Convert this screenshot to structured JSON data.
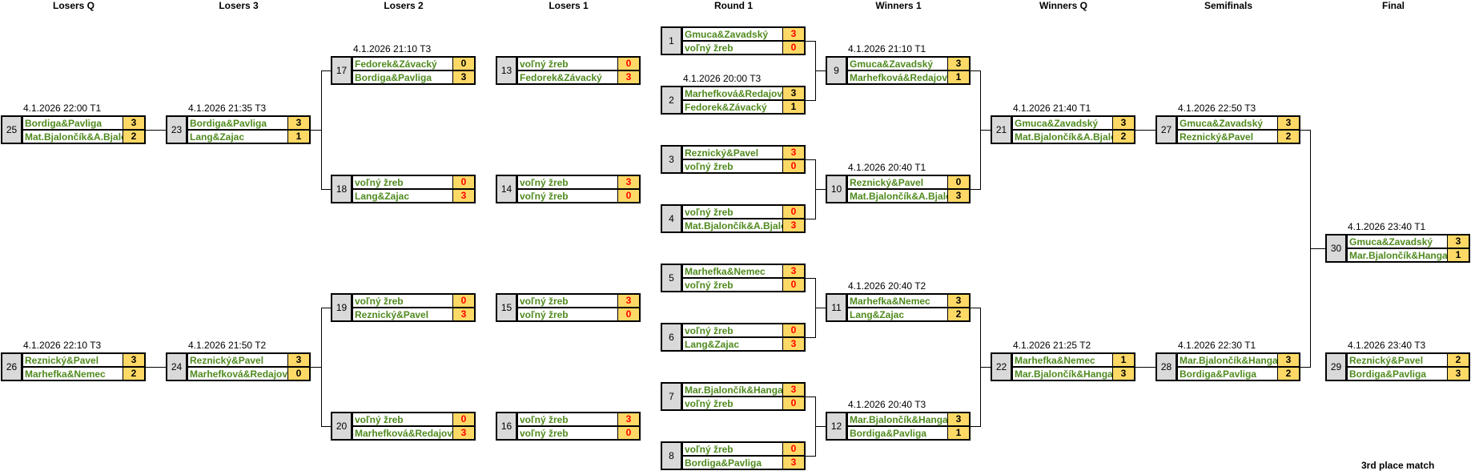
{
  "rounds": [
    "Losers Q",
    "Losers 3",
    "Losers 2",
    "Losers 1",
    "Round 1",
    "Winners 1",
    "Winners Q",
    "Semifinals",
    "Final"
  ],
  "third_place_label": "3rd place match",
  "matches": [
    {
      "num": "1",
      "time": "",
      "teams": [
        {
          "name": "Gmuca&Zavadský",
          "score": "3",
          "red": true
        },
        {
          "name": "voľný žreb",
          "score": "0",
          "red": true
        }
      ]
    },
    {
      "num": "2",
      "time": "4.1.2026 20:00 T3",
      "teams": [
        {
          "name": "Marhefková&Redajová",
          "score": "3",
          "red": false
        },
        {
          "name": "Fedorek&Závacký",
          "score": "1",
          "red": false
        }
      ]
    },
    {
      "num": "3",
      "time": "",
      "teams": [
        {
          "name": "Reznický&Pavel",
          "score": "3",
          "red": true
        },
        {
          "name": "voľný žreb",
          "score": "0",
          "red": true
        }
      ]
    },
    {
      "num": "4",
      "time": "",
      "teams": [
        {
          "name": "voľný žreb",
          "score": "0",
          "red": true
        },
        {
          "name": "Mat.Bjalončík&A.Bjalončík",
          "score": "3",
          "red": true
        }
      ]
    },
    {
      "num": "5",
      "time": "",
      "teams": [
        {
          "name": "Marhefka&Nemec",
          "score": "3",
          "red": true
        },
        {
          "name": "voľný žreb",
          "score": "0",
          "red": true
        }
      ]
    },
    {
      "num": "6",
      "time": "",
      "teams": [
        {
          "name": "voľný žreb",
          "score": "0",
          "red": true
        },
        {
          "name": "Lang&Zajac",
          "score": "3",
          "red": true
        }
      ]
    },
    {
      "num": "7",
      "time": "",
      "teams": [
        {
          "name": "Mar.Bjalončík&Hanga",
          "score": "3",
          "red": true
        },
        {
          "name": "voľný žreb",
          "score": "0",
          "red": true
        }
      ]
    },
    {
      "num": "8",
      "time": "",
      "teams": [
        {
          "name": "voľný žreb",
          "score": "0",
          "red": true
        },
        {
          "name": "Bordiga&Pavliga",
          "score": "3",
          "red": true
        }
      ]
    },
    {
      "num": "9",
      "time": "4.1.2026 21:10 T1",
      "teams": [
        {
          "name": "Gmuca&Zavadský",
          "score": "3",
          "red": false
        },
        {
          "name": "Marhefková&Redajová",
          "score": "1",
          "red": false
        }
      ]
    },
    {
      "num": "10",
      "time": "4.1.2026 20:40 T1",
      "teams": [
        {
          "name": "Reznický&Pavel",
          "score": "0",
          "red": false
        },
        {
          "name": "Mat.Bjalončík&A.Bjalončík",
          "score": "3",
          "red": false
        }
      ]
    },
    {
      "num": "11",
      "time": "4.1.2026 20:40 T2",
      "teams": [
        {
          "name": "Marhefka&Nemec",
          "score": "3",
          "red": false
        },
        {
          "name": "Lang&Zajac",
          "score": "2",
          "red": false
        }
      ]
    },
    {
      "num": "12",
      "time": "4.1.2026 20:40 T3",
      "teams": [
        {
          "name": "Mar.Bjalončík&Hanga",
          "score": "3",
          "red": false
        },
        {
          "name": "Bordiga&Pavliga",
          "score": "1",
          "red": false
        }
      ]
    },
    {
      "num": "13",
      "time": "",
      "teams": [
        {
          "name": "voľný žreb",
          "score": "0",
          "red": true
        },
        {
          "name": "Fedorek&Závacký",
          "score": "3",
          "red": true
        }
      ]
    },
    {
      "num": "14",
      "time": "",
      "teams": [
        {
          "name": "voľný žreb",
          "score": "3",
          "red": true
        },
        {
          "name": "voľný žreb",
          "score": "0",
          "red": true
        }
      ]
    },
    {
      "num": "15",
      "time": "",
      "teams": [
        {
          "name": "voľný žreb",
          "score": "3",
          "red": true
        },
        {
          "name": "voľný žreb",
          "score": "0",
          "red": true
        }
      ]
    },
    {
      "num": "16",
      "time": "",
      "teams": [
        {
          "name": "voľný žreb",
          "score": "3",
          "red": true
        },
        {
          "name": "voľný žreb",
          "score": "0",
          "red": true
        }
      ]
    },
    {
      "num": "17",
      "time": "4.1.2026 21:10 T3",
      "teams": [
        {
          "name": "Fedorek&Závacký",
          "score": "0",
          "red": false
        },
        {
          "name": "Bordiga&Pavliga",
          "score": "3",
          "red": false
        }
      ]
    },
    {
      "num": "18",
      "time": "",
      "teams": [
        {
          "name": "voľný žreb",
          "score": "0",
          "red": true
        },
        {
          "name": "Lang&Zajac",
          "score": "3",
          "red": true
        }
      ]
    },
    {
      "num": "19",
      "time": "",
      "teams": [
        {
          "name": "voľný žreb",
          "score": "0",
          "red": true
        },
        {
          "name": "Reznický&Pavel",
          "score": "3",
          "red": true
        }
      ]
    },
    {
      "num": "20",
      "time": "",
      "teams": [
        {
          "name": "voľný žreb",
          "score": "0",
          "red": true
        },
        {
          "name": "Marhefková&Redajová",
          "score": "3",
          "red": true
        }
      ]
    },
    {
      "num": "21",
      "time": "4.1.2026 21:40 T1",
      "teams": [
        {
          "name": "Gmuca&Zavadský",
          "score": "3",
          "red": false
        },
        {
          "name": "Mat.Bjalončík&A.Bjalončík",
          "score": "2",
          "red": false
        }
      ]
    },
    {
      "num": "22",
      "time": "4.1.2026 21:25 T2",
      "teams": [
        {
          "name": "Marhefka&Nemec",
          "score": "1",
          "red": false
        },
        {
          "name": "Mar.Bjalončík&Hanga",
          "score": "3",
          "red": false
        }
      ]
    },
    {
      "num": "23",
      "time": "4.1.2026 21:35 T3",
      "teams": [
        {
          "name": "Bordiga&Pavliga",
          "score": "3",
          "red": false
        },
        {
          "name": "Lang&Zajac",
          "score": "1",
          "red": false
        }
      ]
    },
    {
      "num": "24",
      "time": "4.1.2026 21:50 T2",
      "teams": [
        {
          "name": "Reznický&Pavel",
          "score": "3",
          "red": false
        },
        {
          "name": "Marhefková&Redajová",
          "score": "0",
          "red": false
        }
      ]
    },
    {
      "num": "25",
      "time": "4.1.2026 22:00 T1",
      "teams": [
        {
          "name": "Bordiga&Pavliga",
          "score": "3",
          "red": false
        },
        {
          "name": "Mat.Bjalončík&A.Bjalončík",
          "score": "2",
          "red": false
        }
      ]
    },
    {
      "num": "26",
      "time": "4.1.2026 22:10 T3",
      "teams": [
        {
          "name": "Reznický&Pavel",
          "score": "3",
          "red": false
        },
        {
          "name": "Marhefka&Nemec",
          "score": "2",
          "red": false
        }
      ]
    },
    {
      "num": "27",
      "time": "4.1.2026 22:50 T3",
      "teams": [
        {
          "name": "Gmuca&Zavadský",
          "score": "3",
          "red": false
        },
        {
          "name": "Reznický&Pavel",
          "score": "2",
          "red": false
        }
      ]
    },
    {
      "num": "28",
      "time": "4.1.2026 22:30 T1",
      "teams": [
        {
          "name": "Mar.Bjalončík&Hanga",
          "score": "3",
          "red": false
        },
        {
          "name": "Bordiga&Pavliga",
          "score": "2",
          "red": false
        }
      ]
    },
    {
      "num": "29",
      "time": "4.1.2026 23:40 T3",
      "teams": [
        {
          "name": "Reznický&Pavel",
          "score": "2",
          "red": false
        },
        {
          "name": "Bordiga&Pavliga",
          "score": "3",
          "red": false
        }
      ]
    },
    {
      "num": "30",
      "time": "4.1.2026 23:40 T1",
      "teams": [
        {
          "name": "Gmuca&Zavadský",
          "score": "3",
          "red": false
        },
        {
          "name": "Mar.Bjalončík&Hanga",
          "score": "1",
          "red": false
        }
      ]
    }
  ]
}
